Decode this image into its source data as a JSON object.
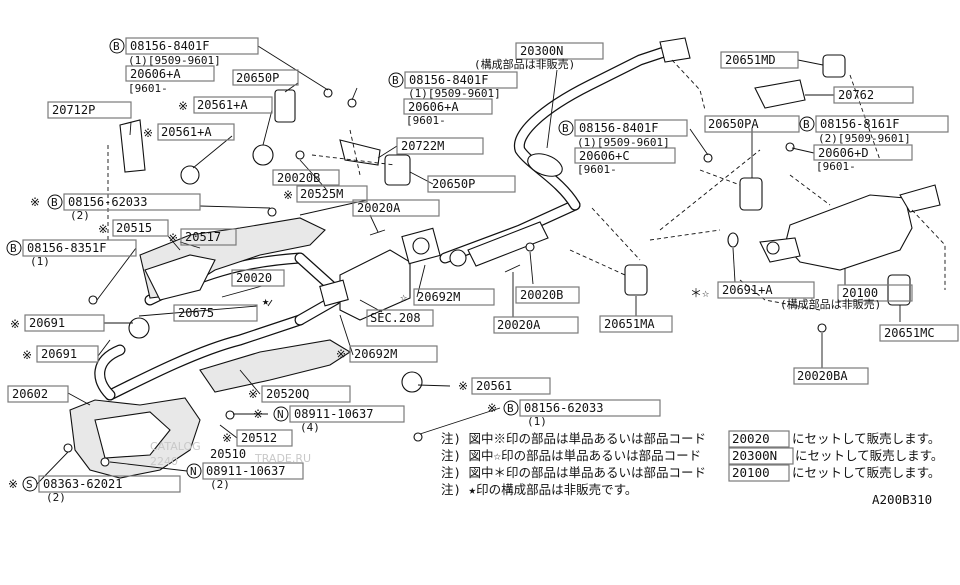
{
  "diagram_code": "A200B310",
  "labels": {
    "l_08156_b401f": "08156-8401F",
    "l_1_9509": "(1)[9509-9601]",
    "l_20606a_top": "20606+A",
    "l_9601_top": "[9601-",
    "l_20650p_top": "20650P",
    "l_20712p": "20712P",
    "l_20561a_1": "20561+A",
    "l_20561a_2": "20561+A",
    "l_20020b_left": "20020B",
    "l_20525m": "20525M",
    "l_08156_62033_top": "08156-62033",
    "l_2_a": "(2)",
    "l_20515": "20515",
    "l_20517": "20517",
    "l_08156_8351f": "08156-8351F",
    "l_1_a": "(1)",
    "l_20020": "20020",
    "l_20675": "20675",
    "l_20691_1": "20691",
    "l_20691_2": "20691",
    "l_20602": "20602",
    "l_08156_8401f_mid": "08156-8401F",
    "l_1_9509_mid": "(1)[9509-9601]",
    "l_20606a_mid": "20606+A",
    "l_9601_mid": "[9601-",
    "l_20722m": "20722M",
    "l_20650p_mid": "20650P",
    "l_20020a_top": "20020A",
    "l_20692m_1": "20692M",
    "l_sec208": "SEC.208",
    "l_20692m_2": "20692M",
    "l_20520q": "20520Q",
    "l_08911_10637_1": "08911-10637",
    "l_4": "(4)",
    "l_20512": "20512",
    "l_20510": "20510",
    "l_08911_10637_2": "08911-10637",
    "l_2_b": "(2)",
    "l_08363_62021": "08363-62021",
    "l_2_c": "(2)",
    "l_20300n": "20300N",
    "l_not_sold_1": "(構成部品は非販売)",
    "l_08156_8401f_r": "08156-8401F",
    "l_1_9509_r": "(1)[9509-9601]",
    "l_20606c": "20606+C",
    "l_9601_r": "[9601-",
    "l_20020b_mid": "20020B",
    "l_20020a_mid": "20020A",
    "l_20651ma": "20651MA",
    "l_20561": "20561",
    "l_08156_62033_mid": "08156-62033",
    "l_1_b": "(1)",
    "l_20651md": "20651MD",
    "l_20762": "20762",
    "l_20650pa": "20650PA",
    "l_08156_8161f": "08156-8161F",
    "l_2_9509": "(2)[9509-9601]",
    "l_20606d": "20606+D",
    "l_9601_d": "[9601-",
    "l_20691a": "20691+A",
    "l_20100": "20100",
    "l_not_sold_2": "(構成部品は非販売)",
    "l_20651mc": "20651MC",
    "l_20020ba": "20020BA",
    "mk_b": "B",
    "mk_n": "N",
    "mk_s": "S",
    "sym_kome": "※",
    "sym_star": "★",
    "sym_ast_white": "＊☆",
    "sym_white_star": "☆"
  },
  "notes": [
    {
      "prefix": "注) 図中※印の部品は単品あるいは部品コード",
      "code": "20020",
      "suffix": "にセットして販売します。"
    },
    {
      "prefix": "注) 図中☆印の部品は単品あるいは部品コード",
      "code": "20300N",
      "suffix": "にセットして販売します。"
    },
    {
      "prefix": "注) 図中＊印の部品は単品あるいは部品コード",
      "code": "20100",
      "suffix": "にセットして販売します。"
    },
    {
      "prefix": "注) ★印の構成部品は非販売です。",
      "code": "",
      "suffix": ""
    }
  ],
  "watermark": {
    "line1": "CATALOG",
    "line2": "2240",
    "line3": "TRADE.RU"
  }
}
